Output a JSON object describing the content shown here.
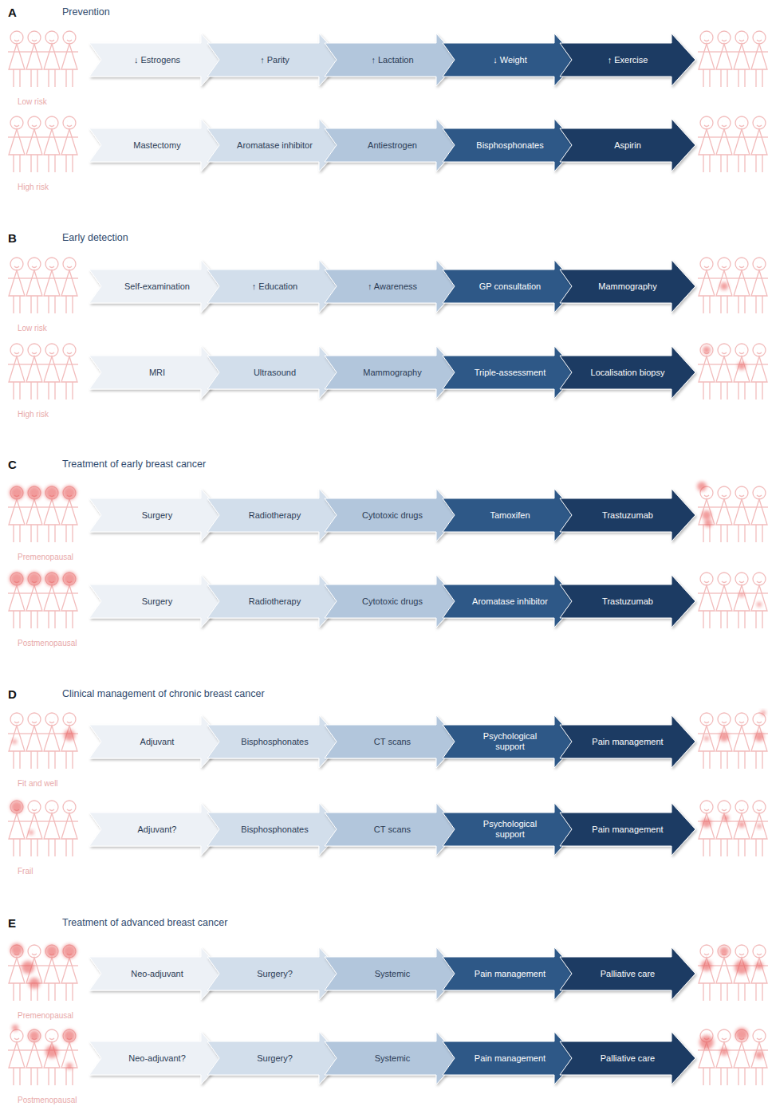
{
  "diagram": {
    "nodes": [
      {
        "text": [
          "↓ Estrogens"
        ]
      },
      {
        "text": [
          "↑ Parity"
        ]
      },
      {
        "text": [
          "↑ Lactation"
        ]
      },
      {
        "text": [
          "↓ Weight"
        ]
      },
      {
        "text": [
          "↑ Exercise"
        ]
      },
      {
        "text": [
          "Mastectomy"
        ]
      },
      {
        "text": [
          "Aromatase inhibitor"
        ]
      },
      {
        "text": [
          "Antiestrogen"
        ]
      },
      {
        "text": [
          "Bisphosphonates"
        ]
      },
      {
        "text": [
          "Aspirin"
        ]
      },
      {
        "text": [
          "Self-examination"
        ]
      },
      {
        "text": [
          "↑ Education"
        ]
      },
      {
        "text": [
          "↑ Awareness"
        ]
      },
      {
        "text": [
          "GP consultation"
        ]
      },
      {
        "text": [
          "Mammography"
        ]
      },
      {
        "text": [
          "MRI"
        ]
      },
      {
        "text": [
          "Ultrasound"
        ]
      },
      {
        "text": [
          "Mammography"
        ]
      },
      {
        "text": [
          "Triple-assessment"
        ]
      },
      {
        "text": [
          "Localisation biopsy"
        ]
      },
      {
        "text": [
          "Surgery"
        ]
      },
      {
        "text": [
          "Radiotherapy"
        ]
      },
      {
        "text": [
          "Cytotoxic drugs"
        ]
      },
      {
        "text": [
          "Tamoxifen"
        ]
      },
      {
        "text": [
          "Trastuzumab"
        ]
      },
      {
        "text": [
          "Surgery"
        ]
      },
      {
        "text": [
          "Radiotherapy"
        ]
      },
      {
        "text": [
          "Cytotoxic drugs"
        ]
      },
      {
        "text": [
          "Aromatase inhibitor"
        ]
      },
      {
        "text": [
          "Trastuzumab"
        ]
      },
      {
        "text": [
          "Adjuvant"
        ]
      },
      {
        "text": [
          "Bisphosphonates"
        ]
      },
      {
        "text": [
          "CT scans"
        ]
      },
      {
        "text": [
          "Psychological support"
        ]
      },
      {
        "text": [
          "Pain management"
        ]
      },
      {
        "text": [
          "Adjuvant?"
        ]
      },
      {
        "text": [
          "Bisphosphonates"
        ]
      },
      {
        "text": [
          "CT scans"
        ]
      },
      {
        "text": [
          "Psychological support"
        ]
      },
      {
        "text": [
          "Pain management"
        ]
      },
      {
        "text": [
          "Neo-adjuvant"
        ]
      },
      {
        "text": [
          "Surgery?"
        ]
      },
      {
        "text": [
          "Systemic"
        ]
      },
      {
        "text": [
          "Pain management"
        ]
      },
      {
        "text": [
          "Palliative care"
        ]
      },
      {
        "text": [
          "Neo-adjuvant?"
        ]
      },
      {
        "text": [
          "Surgery?"
        ]
      },
      {
        "text": [
          "Systemic"
        ]
      },
      {
        "text": [
          "Pain management"
        ]
      },
      {
        "text": [
          "Palliative care"
        ]
      }
    ],
    "labels": [
      "A",
      "Prevention",
      "Low risk",
      "High risk",
      "B",
      "Early detection",
      "Low risk",
      "High risk",
      "C",
      "Treatment of early breast cancer",
      "Premenopausal",
      "Postmenopausal",
      "D",
      "Clinical management of chronic breast cancer",
      "Fit and well",
      "Frail",
      "E",
      "Treatment of advanced breast cancer",
      "Premenopausal",
      "Postmenopausal"
    ]
  }
}
